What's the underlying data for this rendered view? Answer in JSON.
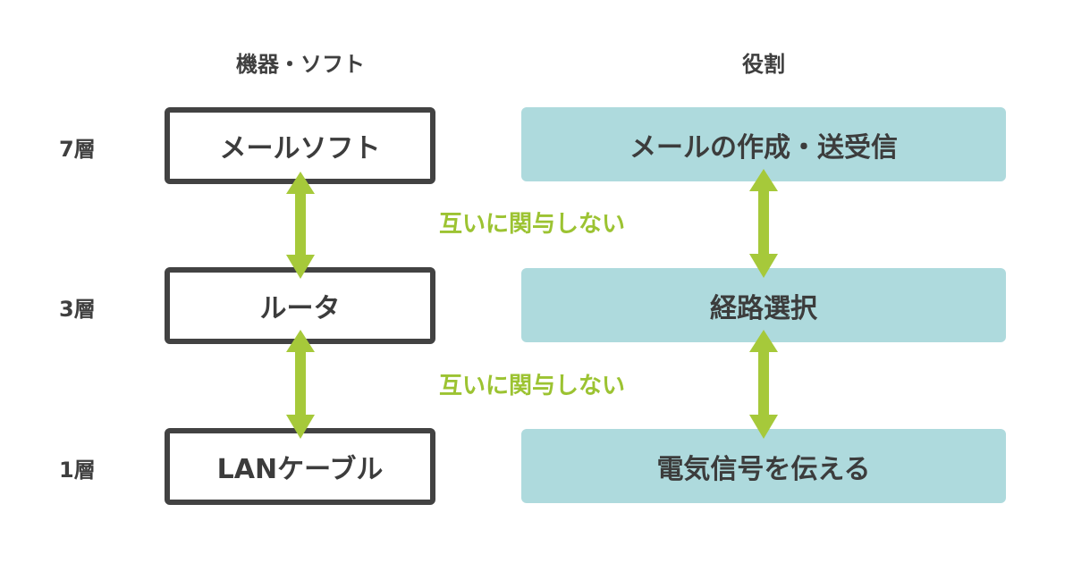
{
  "headers": {
    "devices": "機器・ソフト",
    "roles": "役割"
  },
  "layers": [
    {
      "label": "7層",
      "device": "メールソフト",
      "role": "メールの作成・送受信"
    },
    {
      "label": "3層",
      "device": "ルータ",
      "role": "経路選択"
    },
    {
      "label": "1層",
      "device": "LANケーブル",
      "role": "電気信号を伝える"
    }
  ],
  "notes": [
    "互いに関与しない",
    "互いに関与しない"
  ],
  "colors": {
    "arrow": "#a6c93a",
    "note_text": "#9cc332",
    "device_border": "#424242",
    "role_fill": "#aedadd",
    "text": "#3c3c3c"
  }
}
